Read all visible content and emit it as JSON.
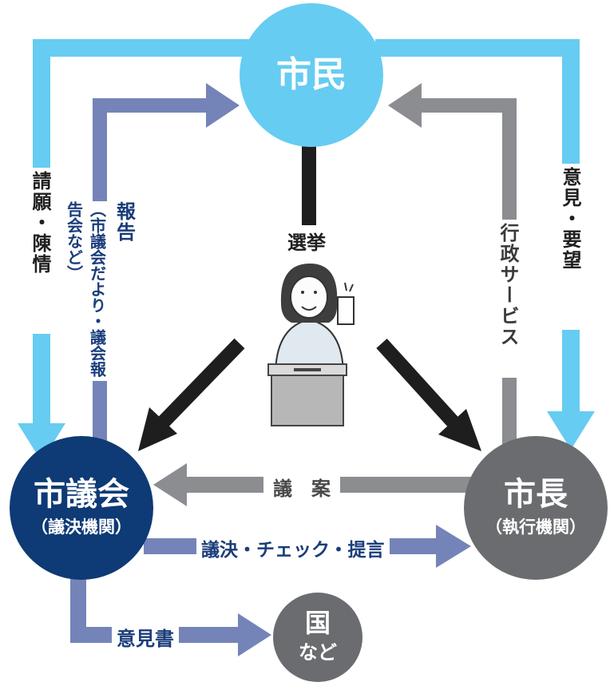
{
  "nodes": {
    "citizens": {
      "label": "市民",
      "color": "#66ccf2"
    },
    "council": {
      "label": "市議会",
      "sub": "（議決機関）",
      "color": "#0e3a75"
    },
    "mayor": {
      "label": "市長",
      "sub": "（執行機関）",
      "color": "#6b6c70"
    },
    "country": {
      "label_line1": "国",
      "label_line2": "など",
      "color": "#6b6c70"
    }
  },
  "edges": {
    "petition": "請願・陳情",
    "report": {
      "main": "報告",
      "sub": "（市議会だより・議会報告会など）"
    },
    "admin_service": "行政サービス",
    "opinion_request": "意見・要望",
    "election": "選挙",
    "bill": "議　案",
    "resolution": "議決・チェック・提言",
    "opinion_letter": "意見書"
  },
  "colors": {
    "light_blue": "#66ccf2",
    "slate_blue": "#7584b8",
    "gray": "#8c8d91",
    "black": "#1e1e1e"
  }
}
